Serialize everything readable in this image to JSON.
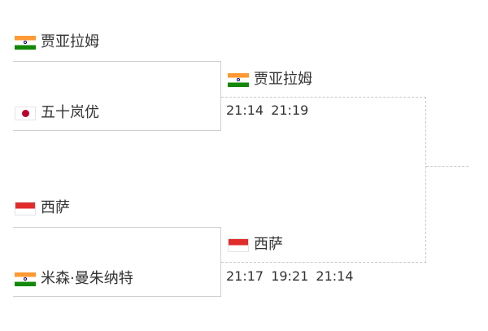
{
  "bracket": {
    "match1": {
      "player1": {
        "name": "贾亚拉姆",
        "flag": "india-flag"
      },
      "player2": {
        "name": "五十岚优",
        "flag": "japan-flag"
      }
    },
    "match2": {
      "player1": {
        "name": "西萨",
        "flag": "indonesia-flag"
      },
      "player2": {
        "name": "米森·曼朱纳特",
        "flag": "india-flag"
      }
    },
    "next_round": [
      {
        "winner": "贾亚拉姆",
        "flag": "india-flag",
        "score": "21:14  21:19"
      },
      {
        "winner": "西萨",
        "flag": "indonesia-flag",
        "score": "21:17  19:21  21:14"
      }
    ]
  },
  "colors": {
    "line": "#cfcfcf",
    "text": "#333333",
    "background": "#ffffff"
  }
}
